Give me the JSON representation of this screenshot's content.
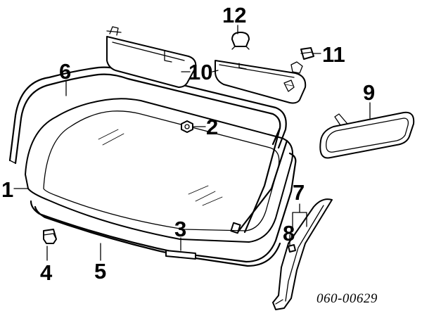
{
  "callouts": {
    "c1": "1",
    "c2": "2",
    "c3": "3",
    "c4": "4",
    "c5": "5",
    "c6": "6",
    "c7": "7",
    "c8": "8",
    "c9": "9",
    "c10": "10",
    "c11": "11",
    "c12": "12"
  },
  "diagram_code": "060-00629"
}
